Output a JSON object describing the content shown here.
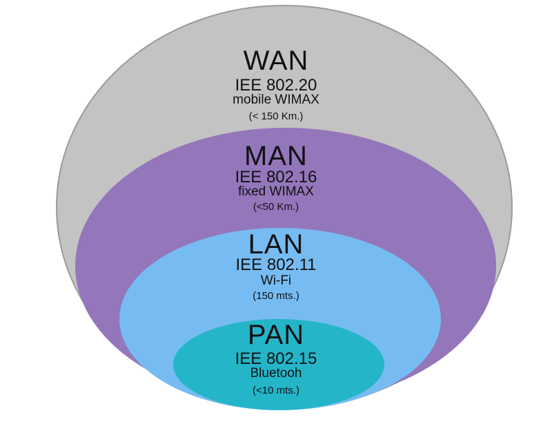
{
  "colors": {
    "wan": "#c3c3c3",
    "man": "#9476bb",
    "lan": "#76bcf2",
    "pan": "#24b5c8",
    "outline": "#9a9a9a"
  },
  "layers": {
    "wan": {
      "name": "WAN",
      "standard": "IEE 802.20",
      "technology": "mobile WIMAX",
      "range": "(< 150 Km.)"
    },
    "man": {
      "name": "MAN",
      "standard": "IEE 802.16",
      "technology": "fixed WIMAX",
      "range": "(<50 Km.)"
    },
    "lan": {
      "name": "LAN",
      "standard": "IEE 802.11",
      "technology": "Wi-Fi",
      "range": "(150 mts.)"
    },
    "pan": {
      "name": "PAN",
      "standard": "IEE 802.15",
      "technology": "Bluetooh",
      "range": "(<10 mts.)"
    }
  }
}
